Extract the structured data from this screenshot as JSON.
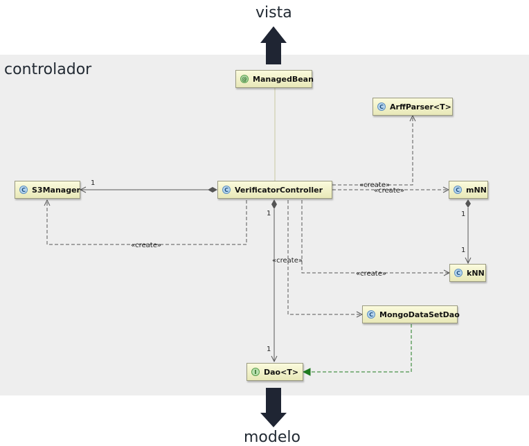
{
  "top_label": "vista",
  "bottom_label": "modelo",
  "panel_label": "controlador",
  "classes": {
    "managed_bean": {
      "name": "ManagedBean",
      "kind": "@"
    },
    "arff_parser": {
      "name": "ArffParser<T>",
      "kind": "C"
    },
    "s3manager": {
      "name": "S3Manager",
      "kind": "C"
    },
    "verificator": {
      "name": "VerificatorController",
      "kind": "C"
    },
    "mnn": {
      "name": "mNN",
      "kind": "C"
    },
    "knn": {
      "name": "kNN",
      "kind": "C"
    },
    "mongo": {
      "name": "MongoDataSetDao",
      "kind": "C"
    },
    "dao": {
      "name": "Dao<T>",
      "kind": "I"
    }
  },
  "relation_labels": {
    "create": "«create»",
    "mult_one": "1"
  },
  "colors": {
    "panel_bg": "#eeeeee",
    "line": "#555555",
    "realization": "#1e7a1e",
    "arrow_fill": "#1f2533"
  }
}
